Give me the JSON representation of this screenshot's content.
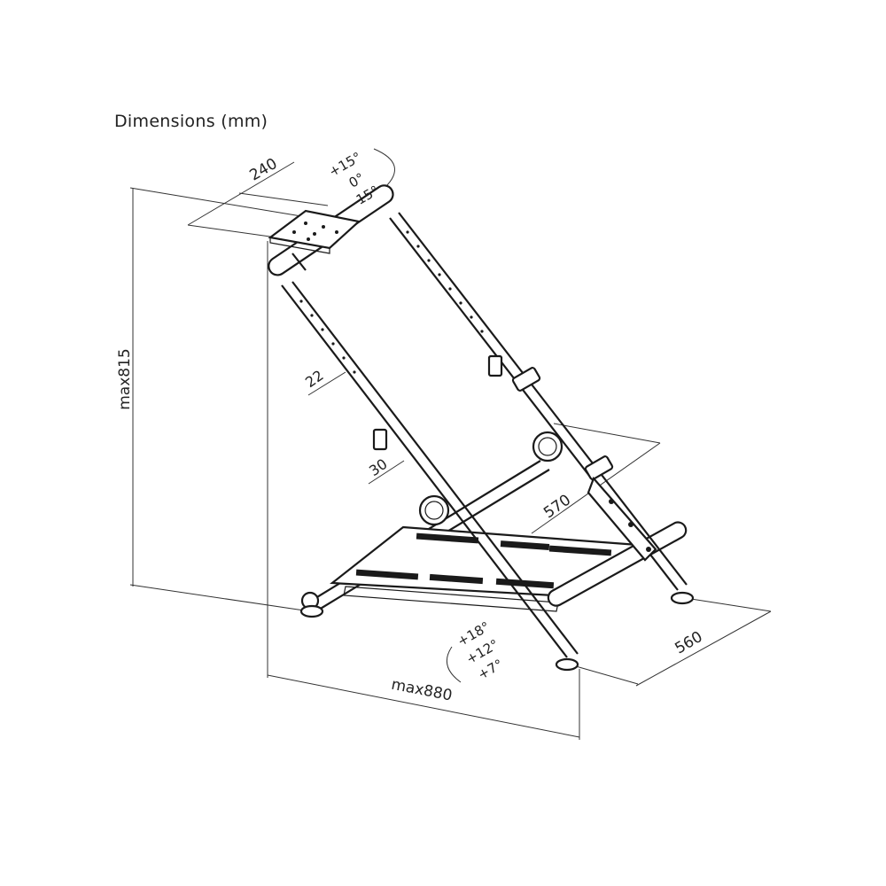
{
  "title": "Dimensions (mm)",
  "dimensions": {
    "plate_width": "240",
    "height": "max815",
    "depth": "max880",
    "width": "560",
    "base_width": "570",
    "tube_upper": "22",
    "tube_lower": "30"
  },
  "angles": {
    "top": [
      "+15°",
      "0°",
      "-15°"
    ],
    "bottom": [
      "+18°",
      "+12°",
      "+7°"
    ]
  },
  "colors": {
    "line": "#1a1a1a",
    "text": "#222222",
    "background": "#ffffff"
  }
}
